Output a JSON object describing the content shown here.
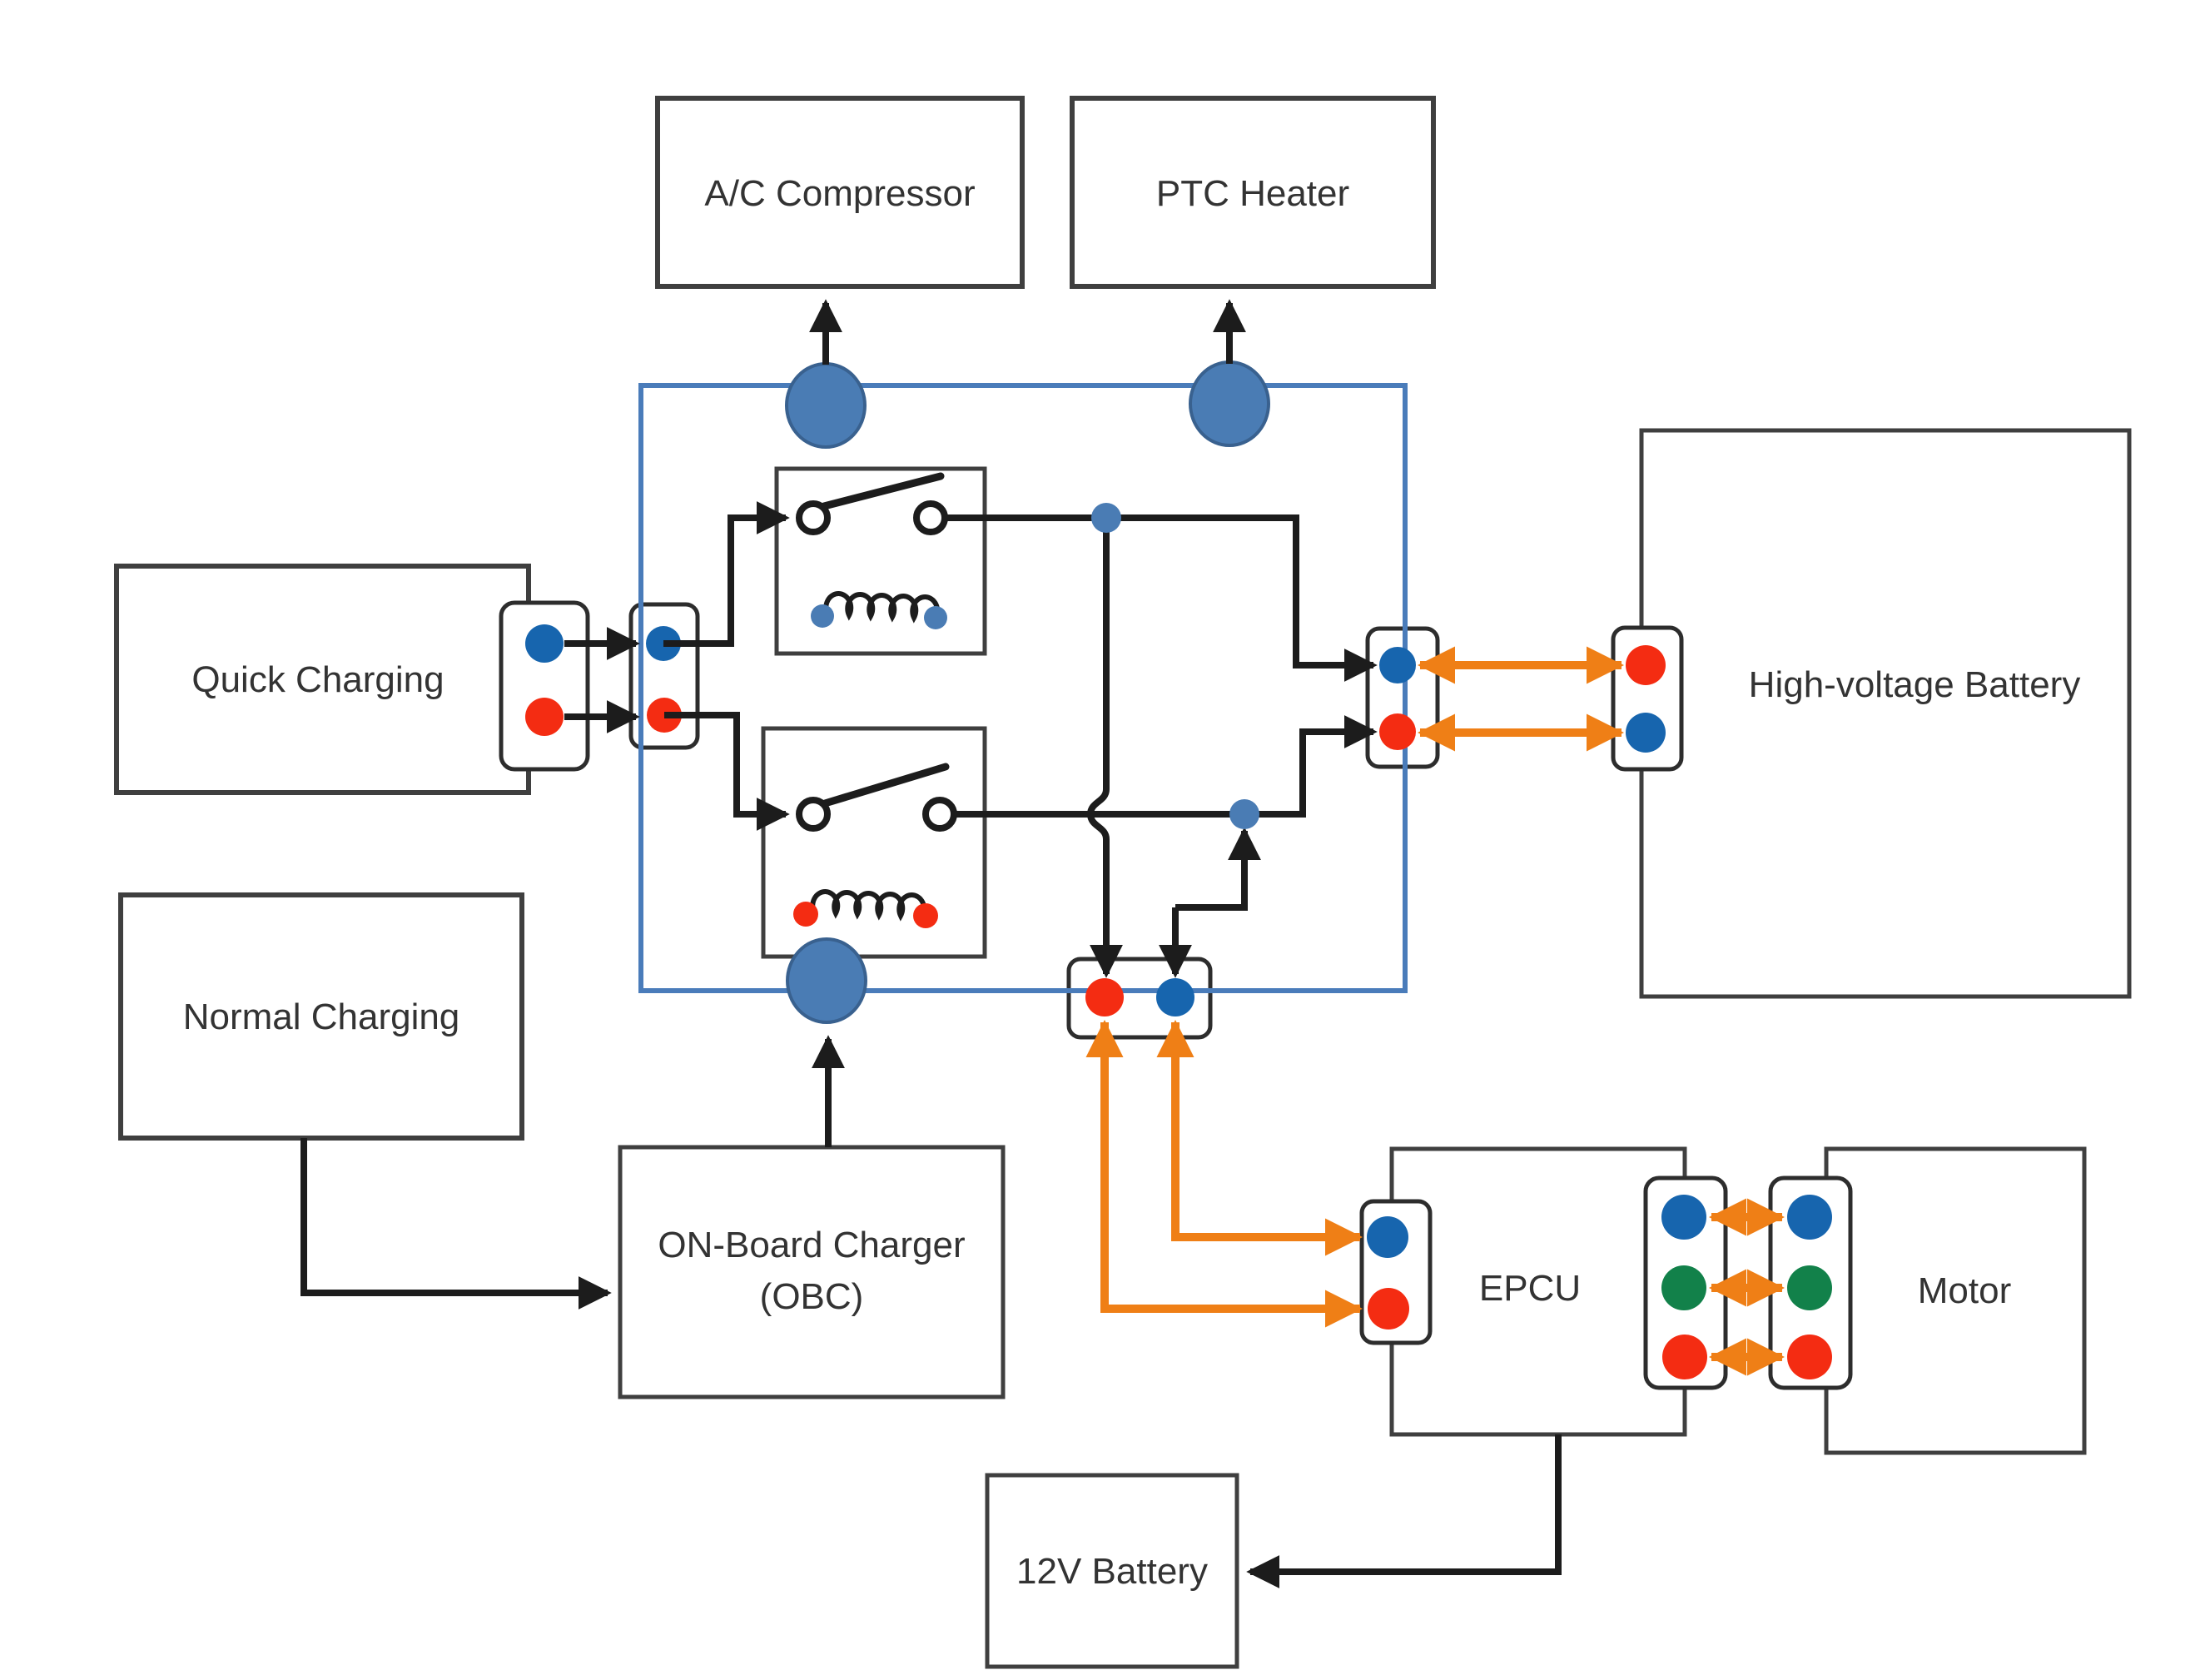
{
  "nodes": {
    "ac_compressor": {
      "label": "A/C Compressor"
    },
    "ptc_heater": {
      "label": "PTC Heater"
    },
    "quick_charging": {
      "label": "Quick Charging"
    },
    "normal_charging": {
      "label": "Normal Charging"
    },
    "obc": {
      "label_line1": "ON-Board Charger",
      "label_line2": "(OBC)"
    },
    "hv_battery": {
      "label": "High-voltage Battery"
    },
    "epcu": {
      "label": "EPCU"
    },
    "motor": {
      "label": "Motor"
    },
    "battery_12v": {
      "label": "12V Battery"
    }
  },
  "colors": {
    "wire": "#1c1c1c",
    "box_border": "#3f3f3f",
    "bus_border": "#4a7cba",
    "port_fill": "#4a7cb4",
    "orange": "#ef7f16",
    "terminal_blue": "#1765ae",
    "terminal_red": "#f42c12",
    "terminal_green": "#12814a"
  }
}
